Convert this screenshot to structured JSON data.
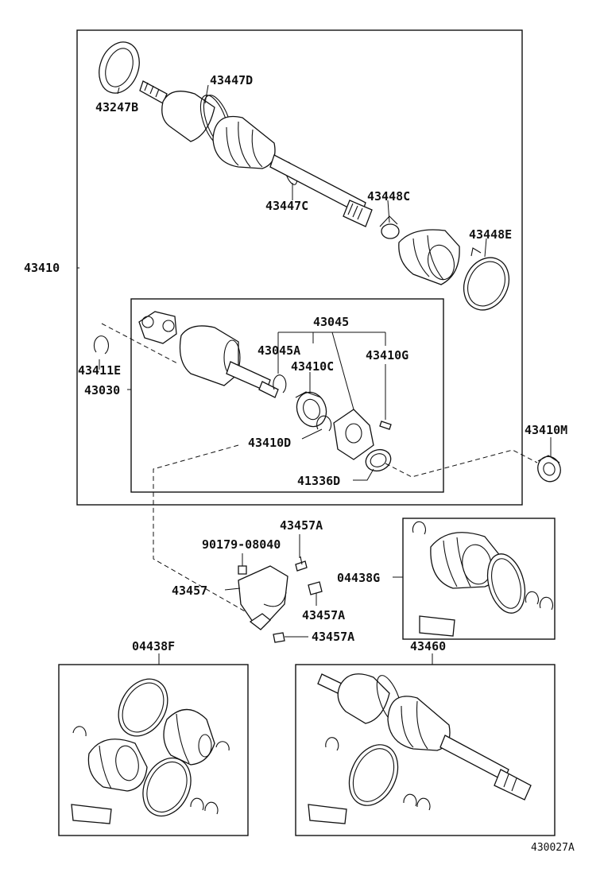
{
  "labels": {
    "p43247B": "43247B",
    "p43447D": "43447D",
    "p43447C": "43447C",
    "p43448C": "43448C",
    "p43448E": "43448E",
    "p43410": "43410",
    "p43045": "43045",
    "p43045A": "43045A",
    "p43410C": "43410C",
    "p43410G": "43410G",
    "p43411E": "43411E",
    "p43030": "43030",
    "p43410D": "43410D",
    "p41336D": "41336D",
    "p43410M": "43410M",
    "p43457A_1": "43457A",
    "p90179": "90179-08040",
    "p43457": "43457",
    "p43457A_2": "43457A",
    "p43457A_3": "43457A",
    "p04438G": "04438G",
    "p04438F": "04438F",
    "p43460": "43460",
    "figure_code": "430027A"
  }
}
